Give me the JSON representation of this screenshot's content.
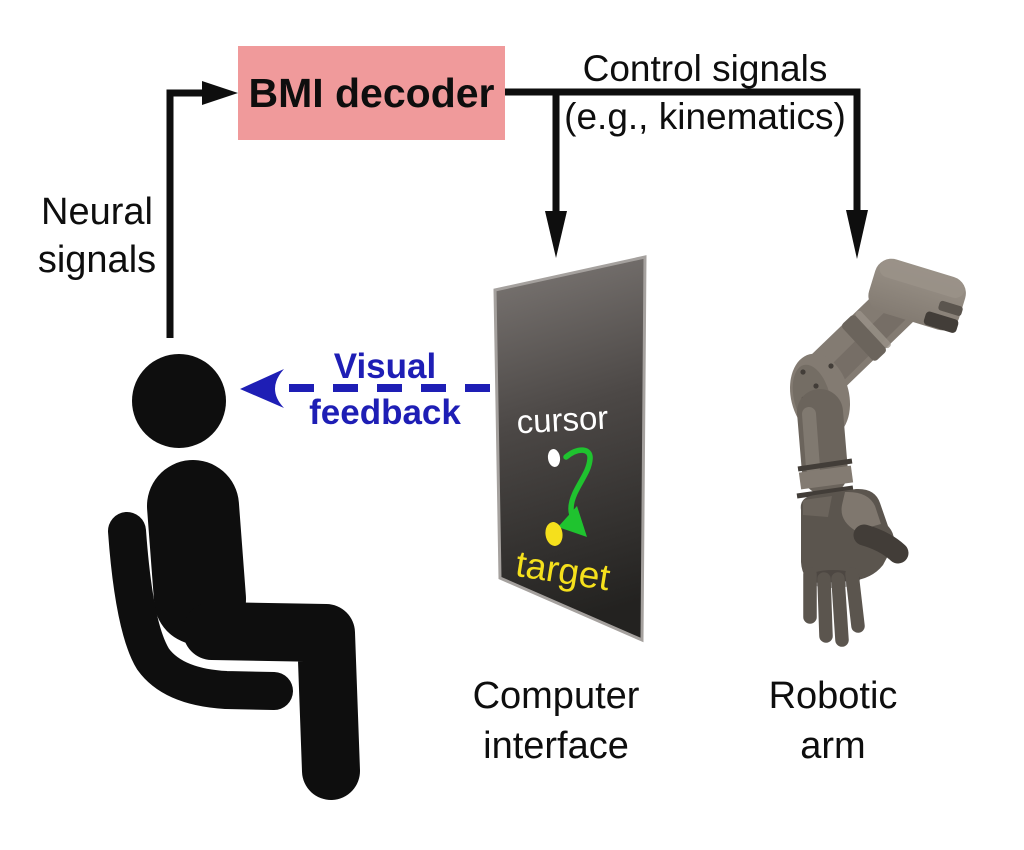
{
  "diagram": {
    "bmi_box": {
      "label": "BMI decoder"
    },
    "neural": {
      "line1": "Neural",
      "line2": "signals"
    },
    "control": {
      "line1": "Control signals",
      "line2": "(e.g., kinematics)"
    },
    "feedback": {
      "line1": "Visual",
      "line2": "feedback"
    },
    "screen": {
      "cursor_label": "cursor",
      "target_label": "target"
    },
    "captions": {
      "computer": {
        "line1": "Computer",
        "line2": "interface"
      },
      "robot": {
        "line1": "Robotic",
        "line2": "arm"
      }
    },
    "icons": [
      "seated-person-icon",
      "computer-screen-icon",
      "robotic-arm-icon",
      "neural-signal-arrow",
      "control-signal-arrows",
      "visual-feedback-dashed-arrow",
      "cursor-trajectory-arrow"
    ]
  },
  "colors": {
    "ink": "#0e0e0e",
    "pink": "#F09A9B",
    "blue": "#1E1EB5",
    "green": "#1FC32F",
    "yellow": "#F5E01C",
    "white": "#FFFFFF",
    "screen_top": "#7D7875",
    "screen_mid": "#4C4846",
    "screen_bottom": "#232220",
    "screen_edge": "#A5A19E",
    "arm_light": "#9A9288",
    "arm_mid": "#837B72",
    "arm_dark": "#6B645C",
    "arm_deep": "#5B554E",
    "arm_shadow": "#423D38"
  }
}
